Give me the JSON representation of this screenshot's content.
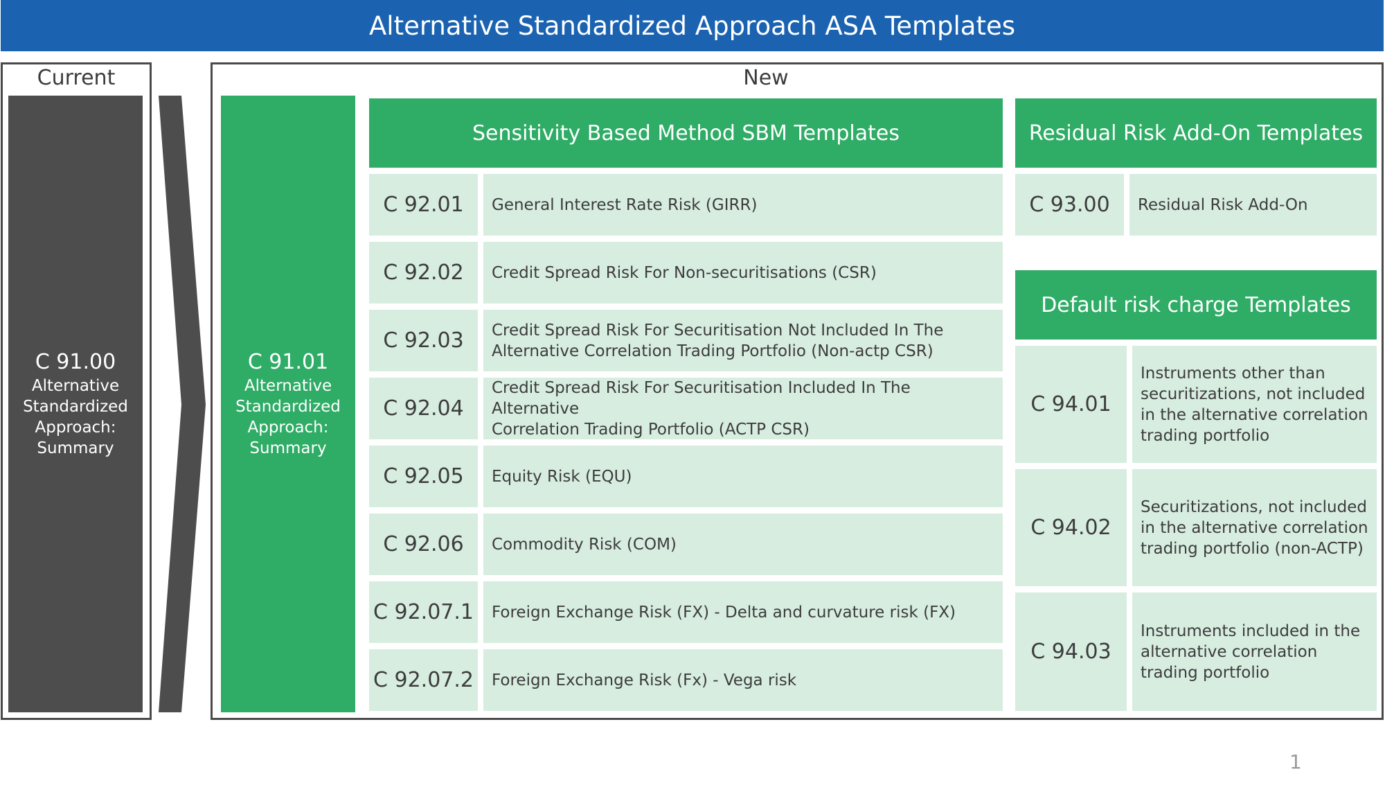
{
  "header": {
    "title": "Alternative Standardized Approach ASA Templates"
  },
  "current": {
    "label": "Current",
    "code": "C 91.00",
    "lines": [
      "Alternative",
      "Standardized",
      "Approach:",
      "Summary"
    ]
  },
  "new": {
    "label": "New",
    "summary": {
      "code": "C 91.01",
      "lines": [
        "Alternative",
        "Standardized",
        "Approach:",
        "Summary"
      ]
    },
    "sbm": {
      "title": "Sensitivity Based Method SBM Templates",
      "rows": [
        {
          "code": "C 92.01",
          "lines": [
            "General Interest Rate Risk (GIRR)"
          ]
        },
        {
          "code": "C 92.02",
          "lines": [
            "Credit Spread Risk For Non-securitisations (CSR)"
          ]
        },
        {
          "code": "C 92.03",
          "lines": [
            "Credit Spread Risk For Securitisation Not Included In The",
            "Alternative Correlation Trading Portfolio (Non-actp CSR)"
          ]
        },
        {
          "code": "C 92.04",
          "lines": [
            "Credit Spread Risk For Securitisation Included In The Alternative",
            "Correlation Trading Portfolio (ACTP CSR)"
          ]
        },
        {
          "code": "C 92.05",
          "lines": [
            "Equity Risk (EQU)"
          ]
        },
        {
          "code": "C 92.06",
          "lines": [
            "Commodity Risk (COM)"
          ]
        },
        {
          "code": "C 92.07.1",
          "lines": [
            "Foreign Exchange Risk (FX) - Delta and curvature risk (FX)"
          ]
        },
        {
          "code": "C 92.07.2",
          "lines": [
            "Foreign Exchange Risk (Fx) - Vega risk"
          ]
        }
      ]
    },
    "residual": {
      "title": "Residual Risk Add-On Templates",
      "rows": [
        {
          "code": "C 93.00",
          "lines": [
            "Residual Risk Add-On"
          ]
        }
      ]
    },
    "drc": {
      "title": "Default risk charge Templates",
      "rows": [
        {
          "code": "C 94.01",
          "lines": [
            "Instruments other than",
            "securitizations, not included",
            "in the alternative correlation",
            "trading portfolio"
          ]
        },
        {
          "code": "C 94.02",
          "lines": [
            "Securitizations, not included",
            "in the alternative correlation",
            "trading portfolio (non-ACTP)"
          ]
        },
        {
          "code": "C 94.03",
          "lines": [
            "Instruments included in the",
            "alternative correlation",
            "trading portfolio"
          ]
        }
      ]
    }
  },
  "page_number": "1",
  "colors": {
    "header_blue": "#1b63b0",
    "green": "#2fac66",
    "light_green": "#d7ede0",
    "dark_gray": "#4d4d4d"
  }
}
